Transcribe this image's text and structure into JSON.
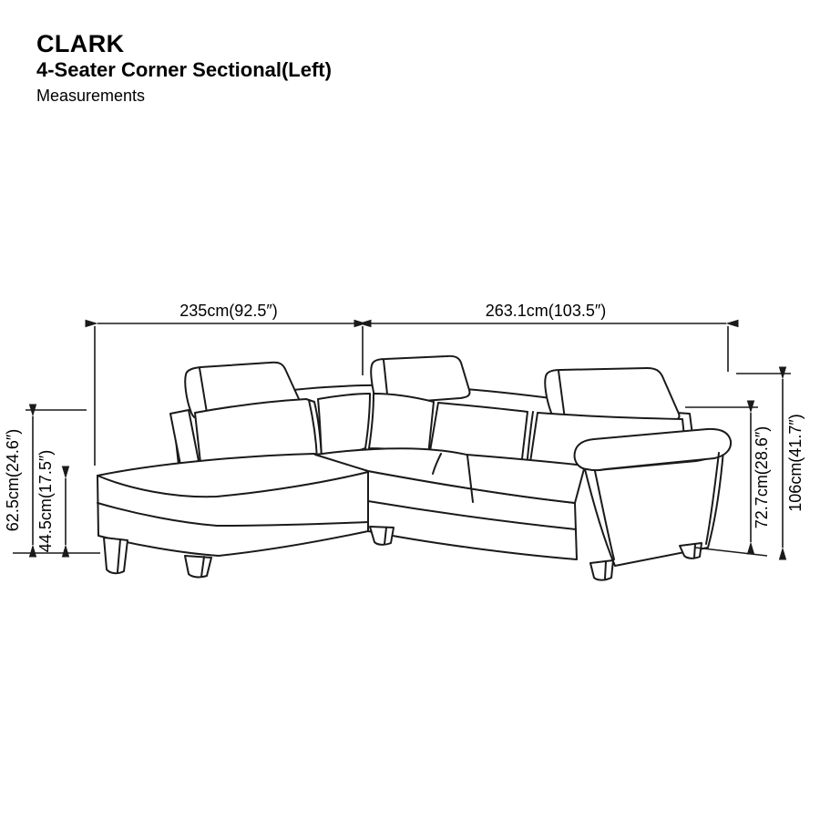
{
  "header": {
    "brand": "CLARK",
    "product": "4-Seater Corner Sectional(Left)",
    "caption": "Measurements"
  },
  "dimensions": {
    "chaise_width": "235cm(92.5″)",
    "sofa_width": "263.1cm(103.5″)",
    "back_height_left": "62.5cm(24.6″)",
    "seat_height": "44.5cm(17.5″)",
    "back_height_right": "72.7cm(28.6″)",
    "total_height": "106cm(41.7″)"
  },
  "colors": {
    "line": "#1a1a1a",
    "background": "#ffffff",
    "text": "#000000"
  }
}
